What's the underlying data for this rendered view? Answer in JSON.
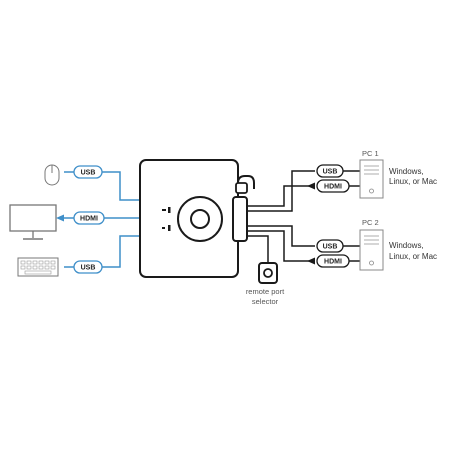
{
  "colors": {
    "accent_blue": "#3f8fc9",
    "line_dark": "#1a1a1a",
    "device_fill": "#ffffff",
    "port_text": "#222222"
  },
  "cables": {
    "usb_mouse": "USB",
    "hdmi_monitor": "HDMI",
    "usb_keyboard": "USB",
    "pc1_usb": "USB",
    "pc1_hdmi": "HDMI",
    "pc2_usb": "USB",
    "pc2_hdmi": "HDMI"
  },
  "remote": {
    "line1": "remote port",
    "line2": "selector"
  },
  "computers": [
    {
      "label": "PC 1",
      "os_line1": "Windows,",
      "os_line2": "Linux, or Mac"
    },
    {
      "label": "PC 2",
      "os_line1": "Windows,",
      "os_line2": "Linux, or Mac"
    }
  ],
  "icons": [
    "mouse-icon",
    "monitor-icon",
    "keyboard-icon",
    "kvm-switch-icon",
    "remote-selector-icon",
    "pc-tower-icon"
  ]
}
